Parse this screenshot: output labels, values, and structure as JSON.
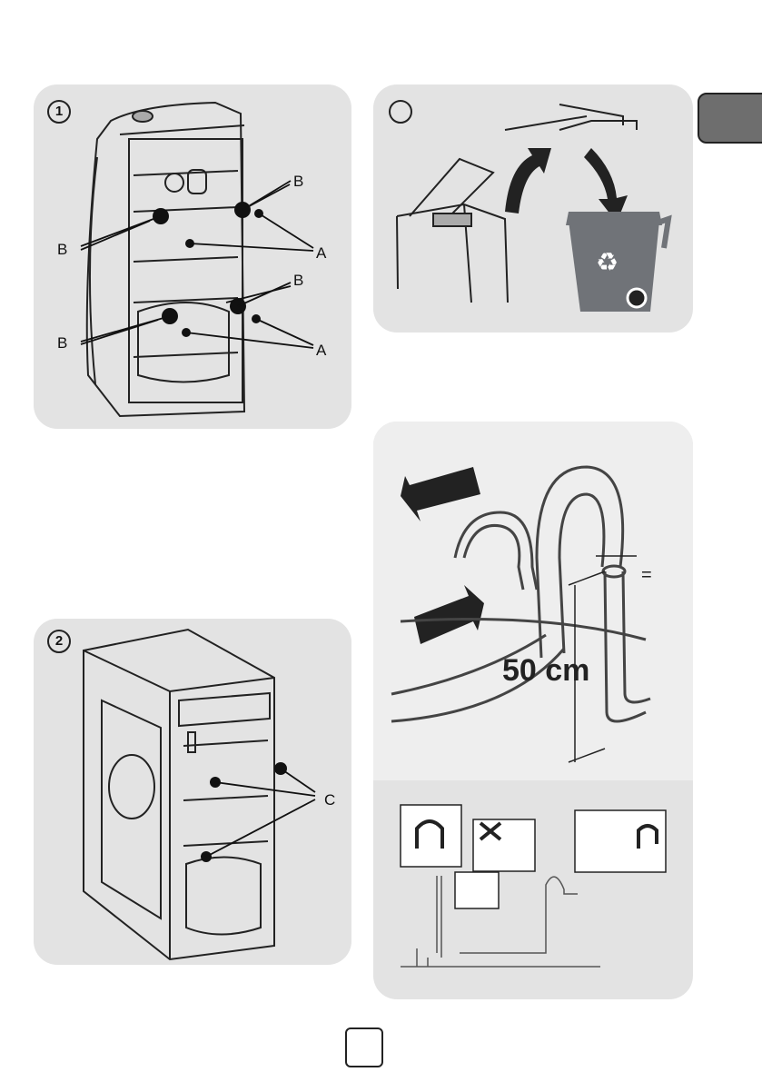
{
  "panel1": {
    "number": "1",
    "label_a": "A",
    "label_b": "B"
  },
  "panel2": {
    "number": "2",
    "label_c": "C"
  },
  "panel3": {
    "number": ""
  },
  "panel4": {
    "number": "",
    "height_text": "50 cm",
    "equal_sign": "="
  },
  "page_number": "",
  "colors": {
    "panel": "#e3e3e3",
    "bin": "#707378",
    "tab": "#6e6e6e"
  },
  "icons": [
    "recycle-icon",
    "bin-icon",
    "arrow-icon",
    "hose-hook-icon",
    "prohibited-icon"
  ]
}
